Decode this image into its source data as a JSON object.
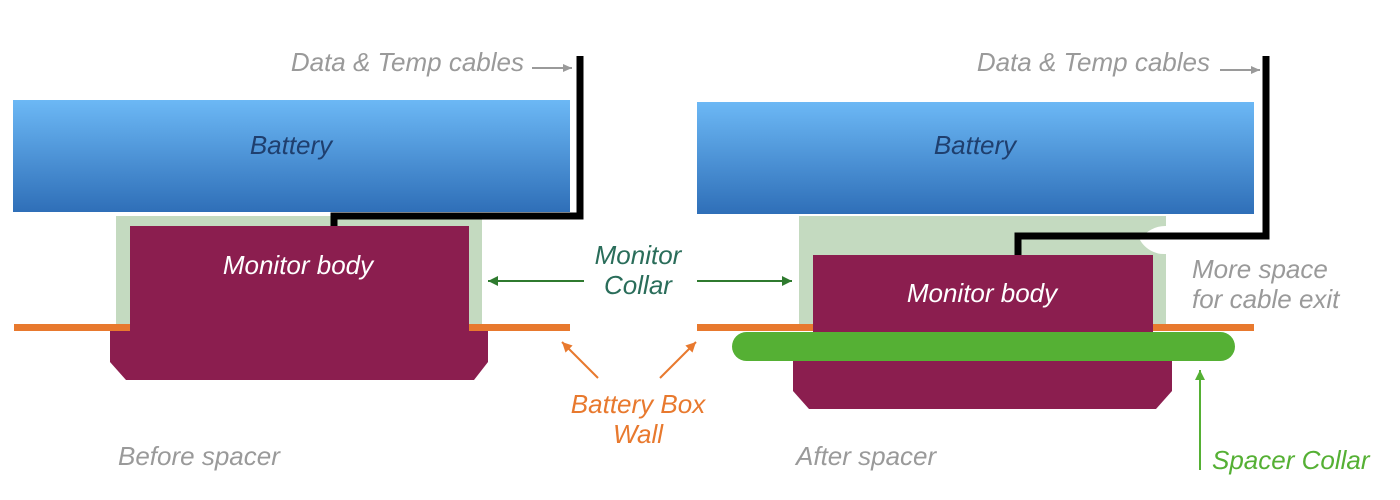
{
  "colors": {
    "battery_top": "#6cb8f5",
    "battery_bottom": "#2f6fb8",
    "battery_text": "#1f3f6e",
    "monitor_body": "#8b1e4f",
    "collar": "#c4dac0",
    "wall": "#e8792e",
    "spacer": "#55b034",
    "cable": "#000000",
    "gray_text": "#9a9a9a",
    "collar_text": "#2a6d5a",
    "collar_arrow": "#2f7a2f",
    "wall_text": "#e8792e",
    "spacer_text": "#55b034"
  },
  "left_panel": {
    "cables_label": "Data & Temp cables",
    "battery_label": "Battery",
    "monitor_label": "Monitor body",
    "caption": "Before spacer"
  },
  "right_panel": {
    "cables_label": "Data & Temp cables",
    "battery_label": "Battery",
    "monitor_label": "Monitor body",
    "caption": "After spacer",
    "more_space_line1": "More space",
    "more_space_line2": "for cable exit",
    "spacer_label": "Spacer Collar"
  },
  "center": {
    "collar_line1": "Monitor",
    "collar_line2": "Collar",
    "wall_line1": "Battery Box",
    "wall_line2": "Wall"
  }
}
